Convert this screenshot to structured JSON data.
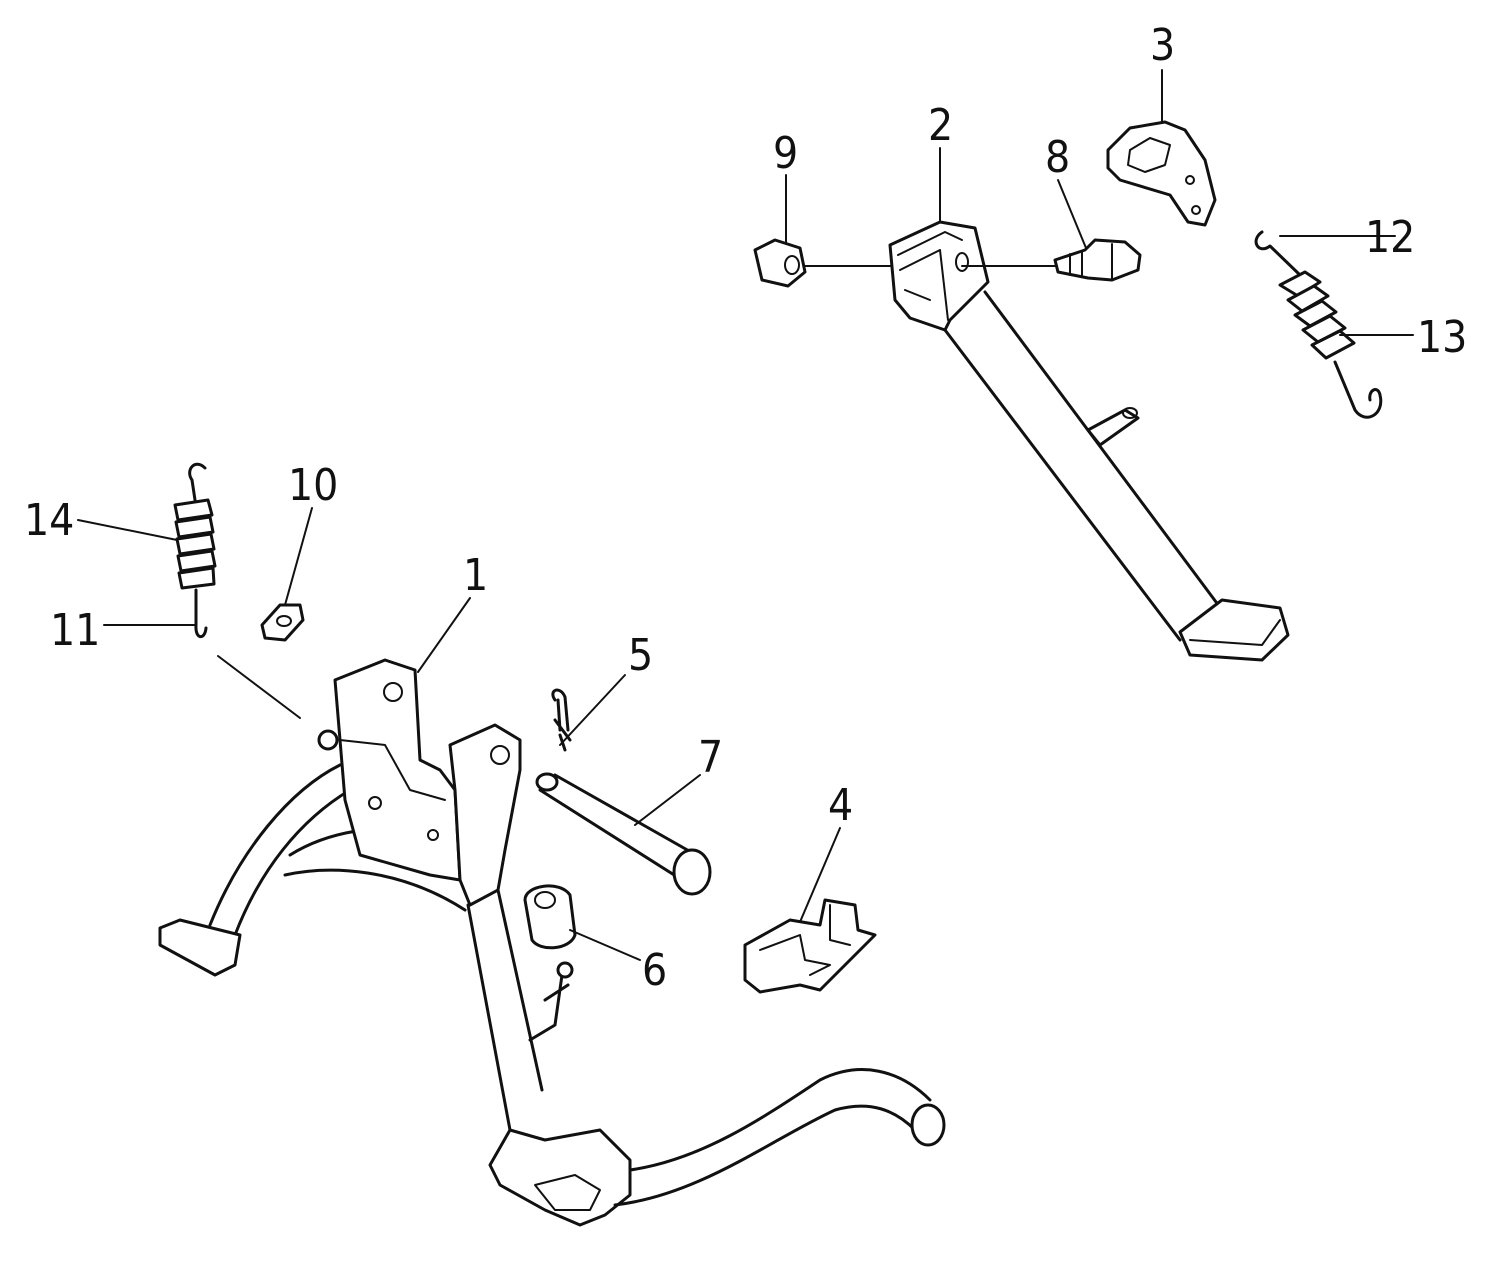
{
  "callouts": [
    {
      "id": "1",
      "text": "1"
    },
    {
      "id": "2",
      "text": "2"
    },
    {
      "id": "3",
      "text": "3"
    },
    {
      "id": "4",
      "text": "4"
    },
    {
      "id": "5",
      "text": "5"
    },
    {
      "id": "6",
      "text": "6"
    },
    {
      "id": "7",
      "text": "7"
    },
    {
      "id": "8",
      "text": "8"
    },
    {
      "id": "9",
      "text": "9"
    },
    {
      "id": "10",
      "text": "10"
    },
    {
      "id": "11",
      "text": "11"
    },
    {
      "id": "12",
      "text": "12"
    },
    {
      "id": "13",
      "text": "13"
    },
    {
      "id": "14",
      "text": "14"
    }
  ],
  "colors": {
    "ink": "#111111",
    "paper": "#ffffff"
  }
}
